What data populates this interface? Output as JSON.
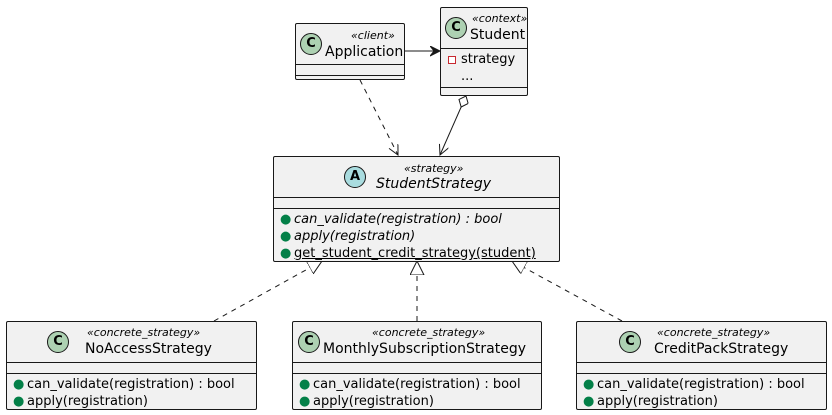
{
  "classes": {
    "application": {
      "kind": "C",
      "stereotype": "«client»",
      "name": "Application",
      "fields": [],
      "methods": []
    },
    "student": {
      "kind": "C",
      "stereotype": "«context»",
      "name": "Student",
      "fields": [
        {
          "visibility": "private",
          "text": "strategy"
        },
        {
          "visibility": "none",
          "text": "..."
        }
      ],
      "methods": []
    },
    "student_strategy": {
      "kind": "A",
      "stereotype": "«strategy»",
      "name": "StudentStrategy",
      "abstract": true,
      "fields": [],
      "methods": [
        {
          "visibility": "public",
          "text": "can_validate(registration) : bool",
          "style": "abstract"
        },
        {
          "visibility": "public",
          "text": "apply(registration)",
          "style": "abstract"
        },
        {
          "visibility": "public",
          "text": "get_student_credit_strategy(student)",
          "style": "static"
        }
      ]
    },
    "no_access": {
      "kind": "C",
      "stereotype": "«concrete_strategy»",
      "name": "NoAccessStrategy",
      "fields": [],
      "methods": [
        {
          "visibility": "public",
          "text": "can_validate(registration) : bool"
        },
        {
          "visibility": "public",
          "text": "apply(registration)"
        }
      ]
    },
    "monthly": {
      "kind": "C",
      "stereotype": "«concrete_strategy»",
      "name": "MonthlySubscriptionStrategy",
      "fields": [],
      "methods": [
        {
          "visibility": "public",
          "text": "can_validate(registration) : bool"
        },
        {
          "visibility": "public",
          "text": "apply(registration)"
        }
      ]
    },
    "credit_pack": {
      "kind": "C",
      "stereotype": "«concrete_strategy»",
      "name": "CreditPackStrategy",
      "fields": [],
      "methods": [
        {
          "visibility": "public",
          "text": "can_validate(registration) : bool"
        },
        {
          "visibility": "public",
          "text": "apply(registration)"
        }
      ]
    }
  },
  "relations": [
    {
      "from": "Application",
      "to": "Student",
      "type": "association"
    },
    {
      "from": "Application",
      "to": "StudentStrategy",
      "type": "dependency"
    },
    {
      "from": "Student",
      "to": "StudentStrategy",
      "type": "aggregation"
    },
    {
      "from": "NoAccessStrategy",
      "to": "StudentStrategy",
      "type": "realization"
    },
    {
      "from": "MonthlySubscriptionStrategy",
      "to": "StudentStrategy",
      "type": "realization"
    },
    {
      "from": "CreditPackStrategy",
      "to": "StudentStrategy",
      "type": "realization"
    }
  ],
  "colors": {
    "class_fill": "#f1f1f1",
    "border": "#181818",
    "class_circle": "#add1b2",
    "abstract_circle": "#a9dcdf",
    "public": "#038048",
    "private": "#c82930"
  }
}
